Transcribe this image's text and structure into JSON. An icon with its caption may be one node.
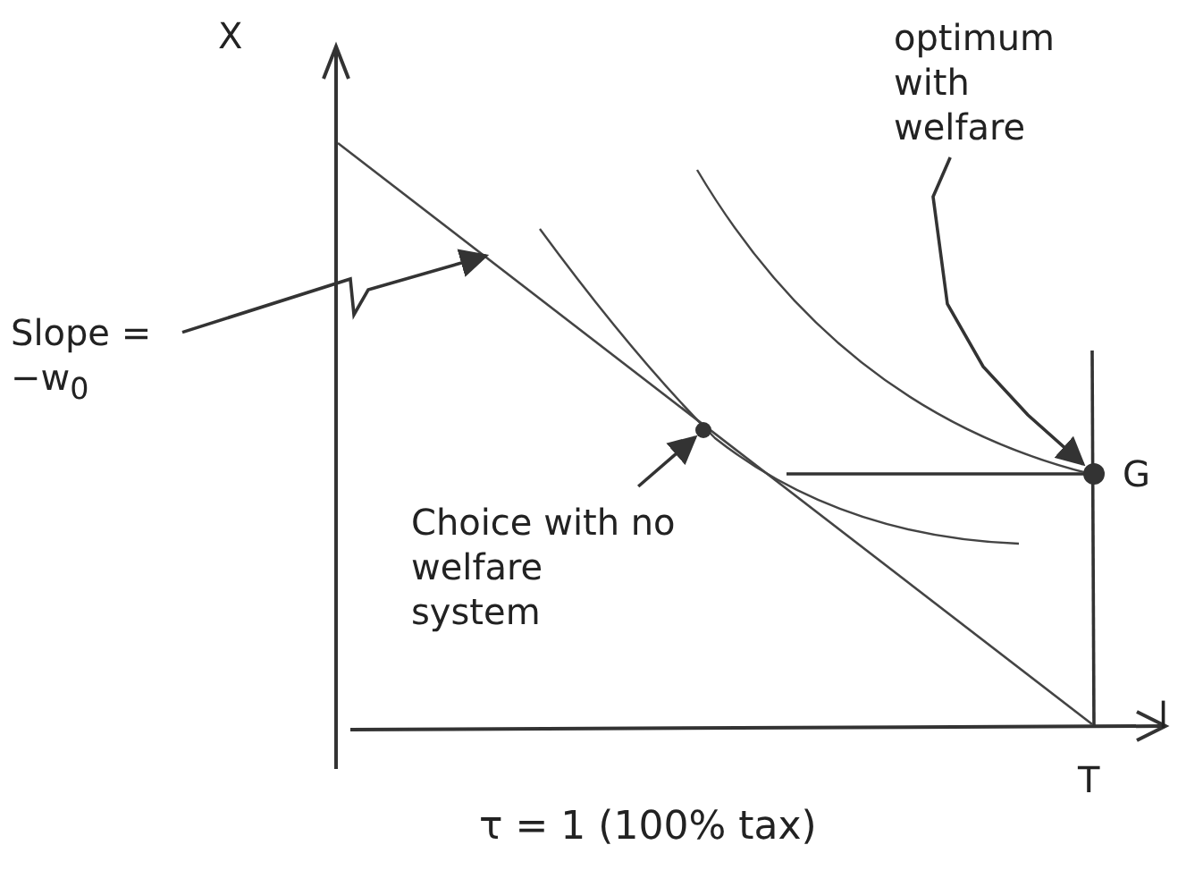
{
  "diagram": {
    "caption": "τ = 1 (100% tax)",
    "nodes": [
      {
        "text": [
          "Slope = −w$_{0}$"
        ]
      },
      {
        "text": [],
        "shape": "circle"
      },
      {
        "text": [
          "Choice with no welfare system"
        ]
      },
      {
        "text": [
          "optimum with welfare"
        ]
      },
      {
        "text": [],
        "shape": "circle",
        "beside": [
          "G"
        ]
      }
    ],
    "edges": [
      {
        "from": 0,
        "to": null,
        "arrow": "to"
      },
      {
        "from": 2,
        "to": 1,
        "arrow": "to"
      },
      {
        "from": 3,
        "to": 4,
        "arrow": "to"
      }
    ],
    "labels": [
      "X",
      "l",
      "T"
    ]
  }
}
